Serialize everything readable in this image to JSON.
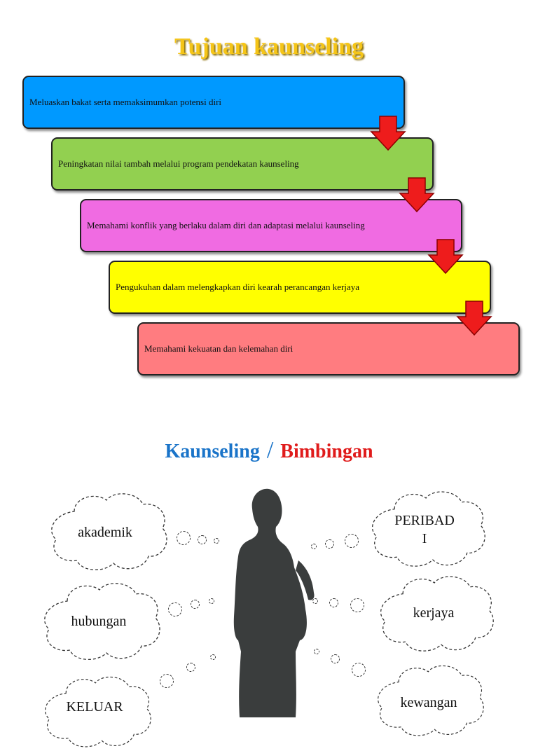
{
  "title": "Tujuan kaunseling",
  "steps": [
    {
      "label": "Meluaskan bakat serta memaksimumkan potensi diri",
      "color": "#0099ff"
    },
    {
      "label": "Peningkatan nilai tambah melalui program pendekatan kaunseling",
      "color": "#92d050"
    },
    {
      "label": "Memahami konflik yang berlaku dalam diri dan adaptasi melalui kaunseling",
      "color": "#f06be2"
    },
    {
      "label": "Pengukuhan dalam melengkapkan diri kearah perancangan kerjaya",
      "color": "#ffff00"
    },
    {
      "label": "Memahami kekuatan dan kelemahan diri",
      "color": "#ff7c80"
    }
  ],
  "arrow_color": "#ee1c1c",
  "subtitle": {
    "left": "Kaunseling",
    "separator": "/",
    "right": "Bimbingan"
  },
  "clouds_left": [
    {
      "label": "akademik"
    },
    {
      "label": "hubungan"
    },
    {
      "label": "KELUAR"
    }
  ],
  "clouds_right": [
    {
      "label": "PERIBAD\nI"
    },
    {
      "label": "kerjaya"
    },
    {
      "label": "kewangan"
    }
  ],
  "silhouette_color": "#3a3d3d"
}
